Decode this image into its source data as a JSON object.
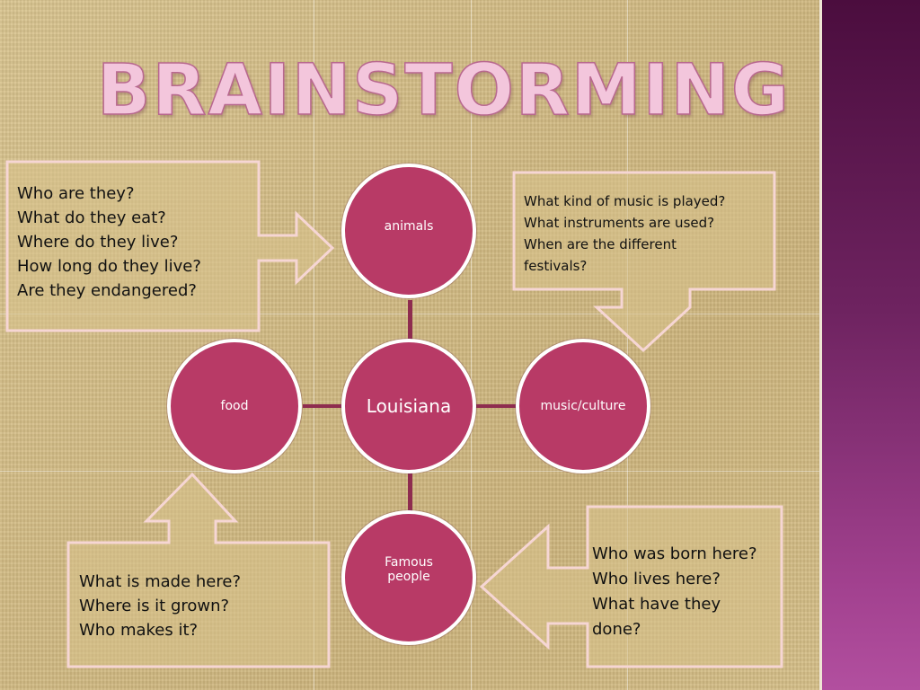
{
  "title": "BRAINSTORMING",
  "colors": {
    "node_fill": "#b83a66",
    "callout_fill": "#d8c28c",
    "callout_stroke": "#f6d6d4",
    "connector": "#8e2c4f"
  },
  "center": {
    "label": "Louisiana"
  },
  "nodes": {
    "animals": "animals",
    "food": "food",
    "music": "music/culture",
    "people_line1": "Famous",
    "people_line2": "people"
  },
  "callouts": {
    "animals": [
      "Who are they?",
      "What do they eat?",
      "Where do they live?",
      "How long do they live?",
      "Are they endangered?"
    ],
    "music": [
      "What kind of music is played?",
      "What instruments are used?",
      "When are the different",
      "festivals?"
    ],
    "food": [
      "What is made here?",
      "Where is it grown?",
      "Who makes it?"
    ],
    "people": [
      "Who was born here?",
      "Who lives here?",
      "What have they",
      "done?"
    ]
  }
}
